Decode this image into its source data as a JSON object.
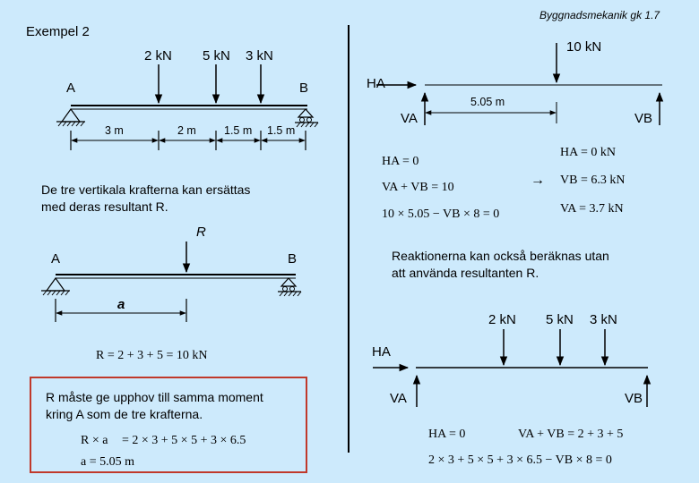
{
  "header": {
    "title": "Byggnadsmekanik gk  1.7",
    "example": "Exempel 2"
  },
  "beam1": {
    "loads": [
      "2 kN",
      "5 kN",
      "3 kN"
    ],
    "support_a": "A",
    "support_b": "B",
    "spans": [
      "3 m",
      "2 m",
      "1.5 m",
      "1.5 m"
    ]
  },
  "text1": {
    "line1": "De tre vertikala krafterna kan ersättas",
    "line2": "med deras resultant R."
  },
  "beam2": {
    "resultant": "R",
    "support_a": "A",
    "support_b": "B",
    "distance": "a"
  },
  "eq_resultant": "R = 2 + 3 + 5 = 10 kN",
  "box": {
    "line1": "R måste ge upphov till samma moment",
    "line2": "kring A som de tre krafterna.",
    "eq1_lhs": "R × a",
    "eq1_rhs": "= 2 × 3 + 5 × 5 + 3 × 6.5",
    "eq2": "a = 5.05 m"
  },
  "right_top": {
    "load": "10 kN",
    "ha": "HA",
    "va": "VA",
    "vb": "VB",
    "distance": "5.05 m"
  },
  "right_eqs": {
    "eq1": "HA = 0",
    "eq2": "VA + VB = 10",
    "eq3": "10 × 5.05 − VB × 8 = 0",
    "arrow": "→",
    "res1": "HA = 0 kN",
    "res2": "VB = 6.3 kN",
    "res3": "VA = 3.7 kN"
  },
  "right_text": {
    "line1": "Reaktionerna kan också beräknas utan",
    "line2": "att använda resultanten R."
  },
  "right_bottom": {
    "loads": [
      "2 kN",
      "5 kN",
      "3 kN"
    ],
    "ha": "HA",
    "va": "VA",
    "vb": "VB"
  },
  "right_bottom_eqs": {
    "eq1": "HA = 0",
    "eq2": "VA + VB = 2 + 3 + 5",
    "eq3": "2 × 3 + 5 × 5 + 3 × 6.5 − VB × 8 = 0"
  }
}
